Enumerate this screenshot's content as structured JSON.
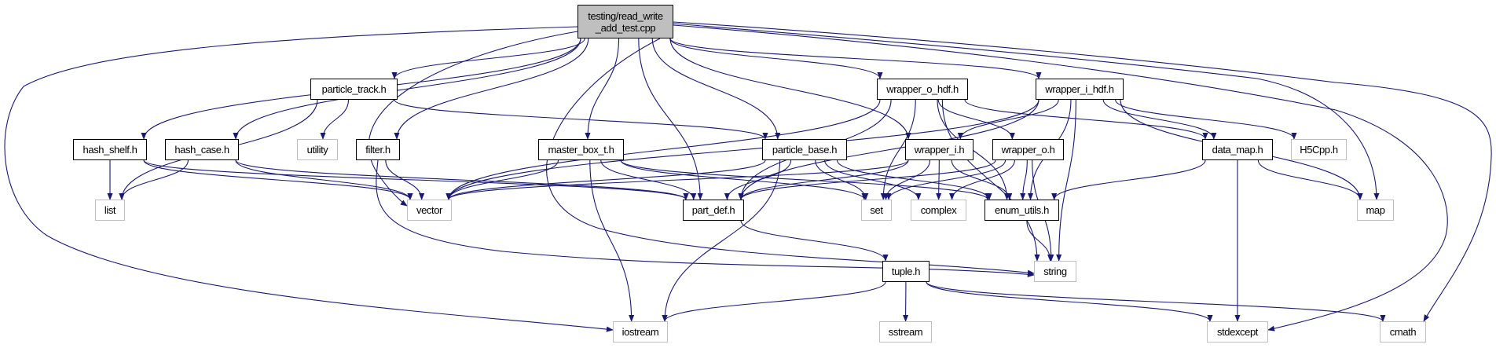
{
  "graph": {
    "edge_color": "#191970",
    "root_fill": "#bfbfbf",
    "nodes": {
      "main": {
        "label_line1": "testing/read_write",
        "label_line2": "_add_test.cpp",
        "kind": "root"
      },
      "particle_track": {
        "label": "particle_track.h",
        "kind": "doc"
      },
      "wrapper_o_hdf": {
        "label": "wrapper_o_hdf.h",
        "kind": "doc"
      },
      "wrapper_i_hdf": {
        "label": "wrapper_i_hdf.h",
        "kind": "doc"
      },
      "hash_shelf": {
        "label": "hash_shelf.h",
        "kind": "doc"
      },
      "hash_case": {
        "label": "hash_case.h",
        "kind": "doc"
      },
      "utility": {
        "label": "utility",
        "kind": "ext"
      },
      "filter": {
        "label": "filter.h",
        "kind": "doc"
      },
      "master_box_t": {
        "label": "master_box_t.h",
        "kind": "doc"
      },
      "particle_base": {
        "label": "particle_base.h",
        "kind": "doc"
      },
      "wrapper_i": {
        "label": "wrapper_i.h",
        "kind": "doc"
      },
      "wrapper_o": {
        "label": "wrapper_o.h",
        "kind": "doc"
      },
      "data_map": {
        "label": "data_map.h",
        "kind": "doc"
      },
      "H5Cpp": {
        "label": "H5Cpp.h",
        "kind": "ext"
      },
      "list": {
        "label": "list",
        "kind": "ext"
      },
      "vector": {
        "label": "vector",
        "kind": "ext"
      },
      "part_def": {
        "label": "part_def.h",
        "kind": "doc"
      },
      "set": {
        "label": "set",
        "kind": "ext"
      },
      "complex": {
        "label": "complex",
        "kind": "ext"
      },
      "enum_utils": {
        "label": "enum_utils.h",
        "kind": "doc"
      },
      "map": {
        "label": "map",
        "kind": "ext"
      },
      "string": {
        "label": "string",
        "kind": "ext"
      },
      "tuple": {
        "label": "tuple.h",
        "kind": "doc"
      },
      "iostream": {
        "label": "iostream",
        "kind": "ext"
      },
      "sstream": {
        "label": "sstream",
        "kind": "ext"
      },
      "stdexcept": {
        "label": "stdexcept",
        "kind": "ext"
      },
      "cmath": {
        "label": "cmath",
        "kind": "ext"
      }
    },
    "edges": [
      [
        "main",
        "hash_shelf"
      ],
      [
        "main",
        "hash_case"
      ],
      [
        "main",
        "vector"
      ],
      [
        "main",
        "particle_track"
      ],
      [
        "main",
        "filter"
      ],
      [
        "main",
        "master_box_t"
      ],
      [
        "main",
        "part_def"
      ],
      [
        "main",
        "particle_base"
      ],
      [
        "main",
        "wrapper_o_hdf"
      ],
      [
        "main",
        "wrapper_i_hdf"
      ],
      [
        "main",
        "wrapper_i"
      ],
      [
        "main",
        "string"
      ],
      [
        "main",
        "iostream"
      ],
      [
        "main",
        "map"
      ],
      [
        "main",
        "stdexcept"
      ],
      [
        "main",
        "cmath"
      ],
      [
        "particle_track",
        "list"
      ],
      [
        "particle_track",
        "utility"
      ],
      [
        "particle_track",
        "particle_base"
      ],
      [
        "hash_shelf",
        "list"
      ],
      [
        "hash_shelf",
        "vector"
      ],
      [
        "hash_shelf",
        "part_def"
      ],
      [
        "hash_case",
        "list"
      ],
      [
        "hash_case",
        "vector"
      ],
      [
        "hash_case",
        "part_def"
      ],
      [
        "filter",
        "vector"
      ],
      [
        "filter",
        "string"
      ],
      [
        "master_box_t",
        "vector"
      ],
      [
        "master_box_t",
        "part_def"
      ],
      [
        "master_box_t",
        "iostream"
      ],
      [
        "master_box_t",
        "set"
      ],
      [
        "master_box_t",
        "enum_utils"
      ],
      [
        "particle_base",
        "vector"
      ],
      [
        "particle_base",
        "part_def"
      ],
      [
        "particle_base",
        "set"
      ],
      [
        "particle_base",
        "complex"
      ],
      [
        "particle_base",
        "enum_utils"
      ],
      [
        "particle_base",
        "iostream"
      ],
      [
        "wrapper_o_hdf",
        "vector"
      ],
      [
        "wrapper_o_hdf",
        "part_def"
      ],
      [
        "wrapper_o_hdf",
        "set"
      ],
      [
        "wrapper_o_hdf",
        "wrapper_o"
      ],
      [
        "wrapper_o_hdf",
        "enum_utils"
      ],
      [
        "wrapper_o_hdf",
        "string"
      ],
      [
        "wrapper_o_hdf",
        "data_map"
      ],
      [
        "wrapper_i_hdf",
        "vector"
      ],
      [
        "wrapper_i_hdf",
        "part_def"
      ],
      [
        "wrapper_i_hdf",
        "wrapper_i"
      ],
      [
        "wrapper_i_hdf",
        "data_map"
      ],
      [
        "wrapper_i_hdf",
        "H5Cpp"
      ],
      [
        "wrapper_i_hdf",
        "map"
      ],
      [
        "wrapper_i_hdf",
        "string"
      ],
      [
        "wrapper_i_hdf",
        "enum_utils"
      ],
      [
        "wrapper_i",
        "vector"
      ],
      [
        "wrapper_i",
        "part_def"
      ],
      [
        "wrapper_i",
        "set"
      ],
      [
        "wrapper_i",
        "complex"
      ],
      [
        "wrapper_i",
        "enum_utils"
      ],
      [
        "wrapper_o",
        "part_def"
      ],
      [
        "wrapper_o",
        "set"
      ],
      [
        "wrapper_o",
        "complex"
      ],
      [
        "wrapper_o",
        "enum_utils"
      ],
      [
        "wrapper_o",
        "string"
      ],
      [
        "data_map",
        "enum_utils"
      ],
      [
        "data_map",
        "stdexcept"
      ],
      [
        "data_map",
        "map"
      ],
      [
        "enum_utils",
        "string"
      ],
      [
        "part_def",
        "tuple"
      ],
      [
        "tuple",
        "iostream"
      ],
      [
        "tuple",
        "sstream"
      ],
      [
        "tuple",
        "stdexcept"
      ],
      [
        "tuple",
        "cmath"
      ]
    ]
  }
}
